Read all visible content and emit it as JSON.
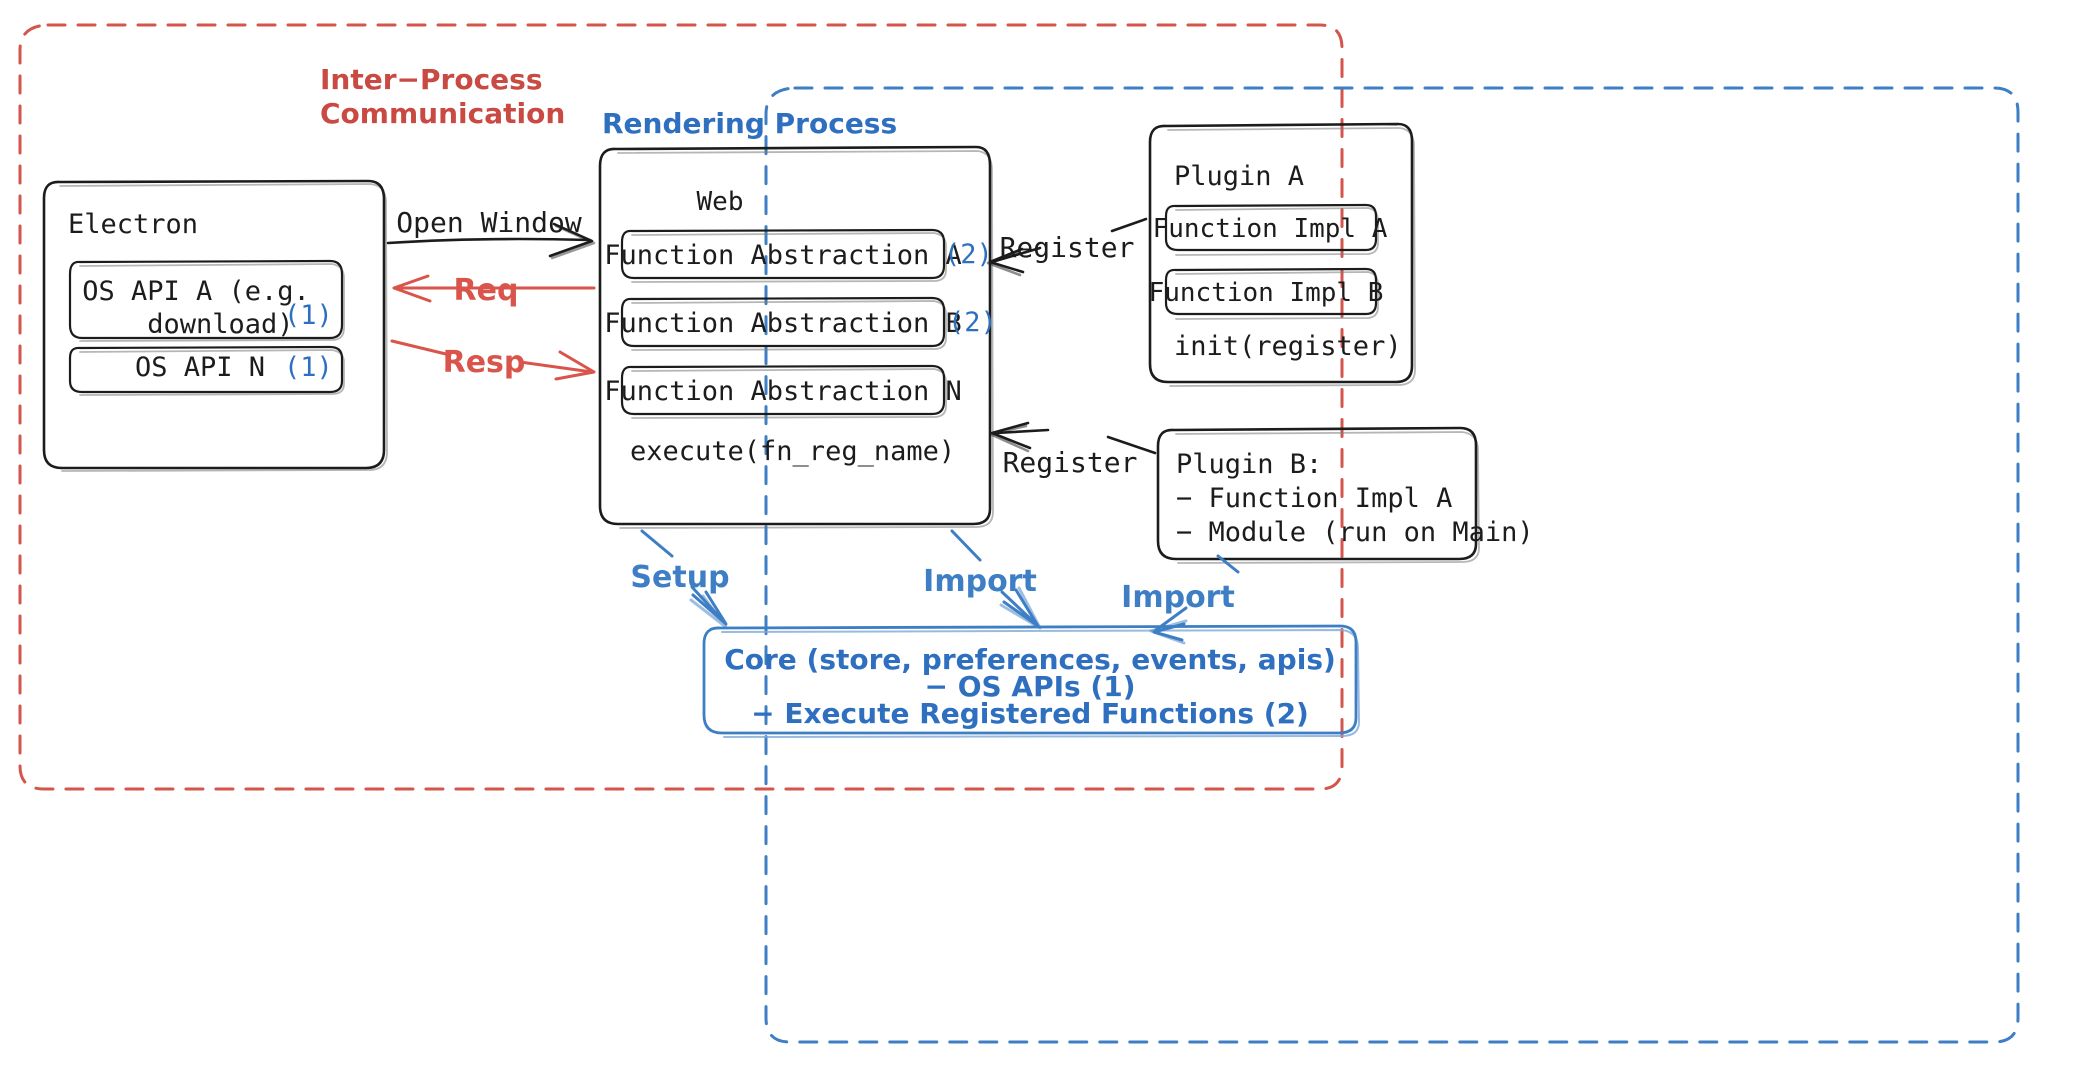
{
  "diagram": {
    "title_hidden": "",
    "regions": [
      {
        "id": "ipc",
        "label": "Inter−Process\nCommunication",
        "color": "#c94a42"
      },
      {
        "id": "rendering",
        "label": "Rendering Process",
        "color": "#2f6fc0"
      }
    ]
  },
  "electron": {
    "title": "Electron",
    "items": [
      {
        "text": "OS API A (e.g.\n   download)",
        "tag": "(1)"
      },
      {
        "text": "OS API N",
        "tag": "(1)"
      }
    ]
  },
  "web": {
    "title": "Web",
    "items": [
      {
        "text": "Function Abstraction A",
        "tag": "(2)"
      },
      {
        "text": "Function Abstraction B",
        "tag": "(2)"
      },
      {
        "text": "Function Abstraction N",
        "tag": ""
      }
    ],
    "footer": "execute(fn_reg_name)"
  },
  "plugin_a": {
    "title": "Plugin A",
    "items": [
      {
        "text": "Function Impl A"
      },
      {
        "text": "Function Impl B"
      }
    ],
    "footer": "init(register)"
  },
  "plugin_b": {
    "lines": [
      "Plugin B:",
      "− Function Impl A",
      "− Module (run on Main)"
    ]
  },
  "core": {
    "lines": [
      "Core (store, preferences, events, apis)",
      "− OS APIs (1)",
      "− Execute Registered Functions (2)"
    ]
  },
  "arrows": [
    {
      "id": "open-window",
      "label": "Open Window",
      "color": "#1c1c1c"
    },
    {
      "id": "req",
      "label": "Req",
      "color": "#d9554c"
    },
    {
      "id": "resp",
      "label": "Resp",
      "color": "#d9554c"
    },
    {
      "id": "register-a",
      "label": "Register",
      "color": "#1c1c1c"
    },
    {
      "id": "register-b",
      "label": "Register",
      "color": "#1c1c1c"
    },
    {
      "id": "setup",
      "label": "Setup",
      "color": "#3d7ec4"
    },
    {
      "id": "import-web",
      "label": "Import",
      "color": "#3d7ec4"
    },
    {
      "id": "import-plugin-b",
      "label": "Import",
      "color": "#3d7ec4"
    }
  ],
  "colors": {
    "ipc_red": "#c94a42",
    "arrow_red": "#d9554c",
    "process_blue": "#2f6fc0",
    "arrow_blue": "#3d7ec4",
    "stroke_black": "#1c1c1c",
    "background": "#ffffff"
  }
}
